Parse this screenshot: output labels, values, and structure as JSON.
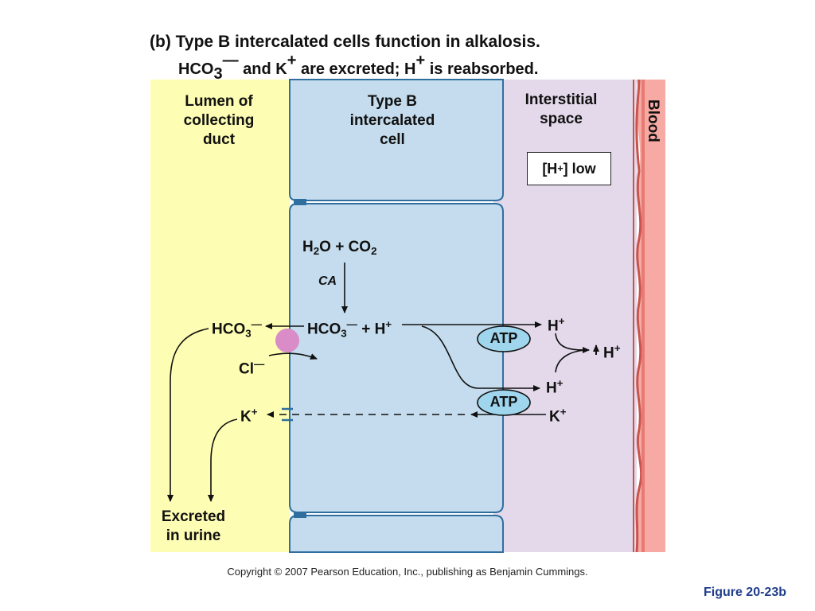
{
  "title": {
    "line1": "(b) Type B intercalated cells function in alkalosis.",
    "line2": {
      "a": "HCO",
      "sub": "3",
      "sup": "—",
      "b": " and K",
      "sup2": "+",
      "c": " are excreted; H",
      "sup3": "+",
      "d": " is reabsorbed."
    }
  },
  "regions": {
    "lumen": [
      "Lumen of",
      "collecting",
      "duct"
    ],
    "cell": [
      "Type B",
      "intercalated",
      "cell"
    ],
    "interstitial": [
      "Interstitial",
      "space"
    ],
    "blood": "Blood"
  },
  "h_low_box": {
    "a": "[H",
    "sup": "+",
    "b": "] low"
  },
  "reaction": {
    "h2o": "H",
    "h2o_sub": "2",
    "h2o_rest": "O + CO",
    "co2_sub": "2",
    "ca": "CA",
    "hco3": "HCO",
    "hco3_sub": "3",
    "hco3_sup": "—",
    "plus_h": " + H",
    "plus_h_sup": "+"
  },
  "lumen_ions": {
    "hco3": "HCO",
    "hco3_sub": "3",
    "hco3_sup": "—",
    "cl": "Cl",
    "cl_sup": "—",
    "k": "K",
    "k_sup": "+"
  },
  "interstitial_ions": {
    "h_top": "H",
    "h_top_sup": "+",
    "h_bottom": "H",
    "h_bottom_sup": "+",
    "h_right": "H",
    "h_right_sup": "+",
    "k": "K",
    "k_sup": "+"
  },
  "atp_labels": [
    "ATP",
    "ATP"
  ],
  "excreted": [
    "Excreted",
    "in urine"
  ],
  "copyright": "Copyright © 2007 Pearson Education, Inc., publishing as Benjamin Cummings.",
  "figure_ref": "Figure 20-23b",
  "colors": {
    "lumen": "#fdfdb3",
    "cell": "#c4dced",
    "cell_border": "#2f6f9f",
    "interstitial": "#e3d9ea",
    "blood": "#f7a9a3",
    "blood_edge": "#c9544e",
    "atp_fill": "#9fd6ee",
    "transporter": "#d98cc7"
  }
}
